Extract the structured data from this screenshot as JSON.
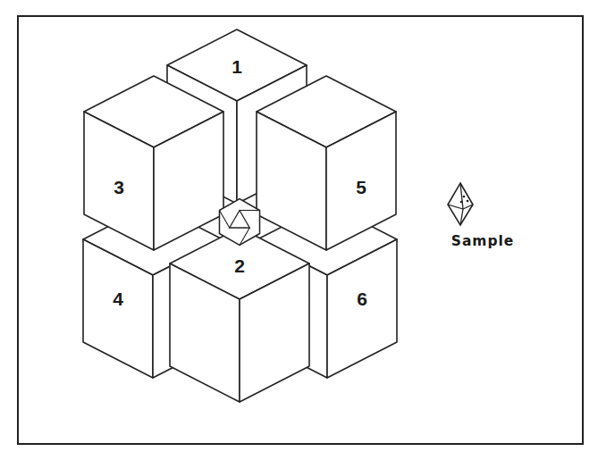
{
  "diagram": {
    "nodes": [
      {
        "text": [
          "1"
        ]
      },
      {
        "text": [
          "3"
        ]
      },
      {
        "text": [
          "5"
        ]
      },
      {
        "text": [
          "4"
        ]
      },
      {
        "text": [
          "2"
        ]
      },
      {
        "text": [
          "6"
        ]
      },
      {
        "text": [
          "Sample"
        ]
      }
    ]
  }
}
